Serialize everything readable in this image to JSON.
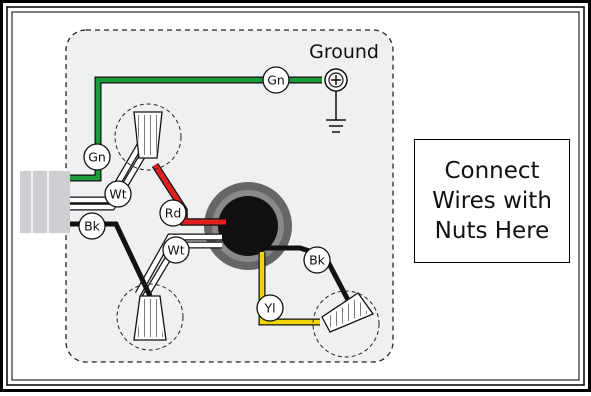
{
  "diagram": {
    "ground_label": "Ground",
    "wire_labels": {
      "gn_top": "Gn",
      "gn_left": "Gn",
      "wt_upper": "Wt",
      "bk_left": "Bk",
      "rd": "Rd",
      "wt_lower": "Wt",
      "bk_right": "Bk",
      "yl": "Yl"
    },
    "note_lines": [
      "Connect",
      "Wires with",
      "Nuts Here"
    ]
  },
  "colors": {
    "ground_wire": "#1a9c3a",
    "hot_wire": "#e02020",
    "neutral_wire": "#ffffff",
    "black_wire": "#111111",
    "yellow_wire": "#f2d400",
    "box_fill": "#eef0f2",
    "cable_sheath": "#cdcfd2"
  }
}
